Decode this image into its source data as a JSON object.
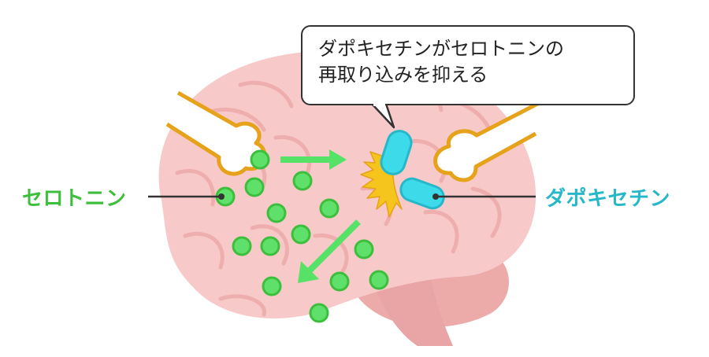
{
  "labels": {
    "serotonin": "セロトニン",
    "dapoxetine": "ダポキセチン"
  },
  "callout": {
    "line1": "ダポキセチンがセロトニンの",
    "line2": "再取り込みを抑える"
  },
  "colors": {
    "serotonin": "#3dbe3d",
    "dapoxetine": "#26b7c9",
    "neuron_outline": "#e5a21a",
    "receptor": "#f5c51d",
    "arrow": "#56e267",
    "brain": "#f7c9c9"
  },
  "icons": {
    "serotonin_particle": "green-circle",
    "dapoxetine_particle": "cyan-capsule",
    "receptor": "starburst"
  }
}
